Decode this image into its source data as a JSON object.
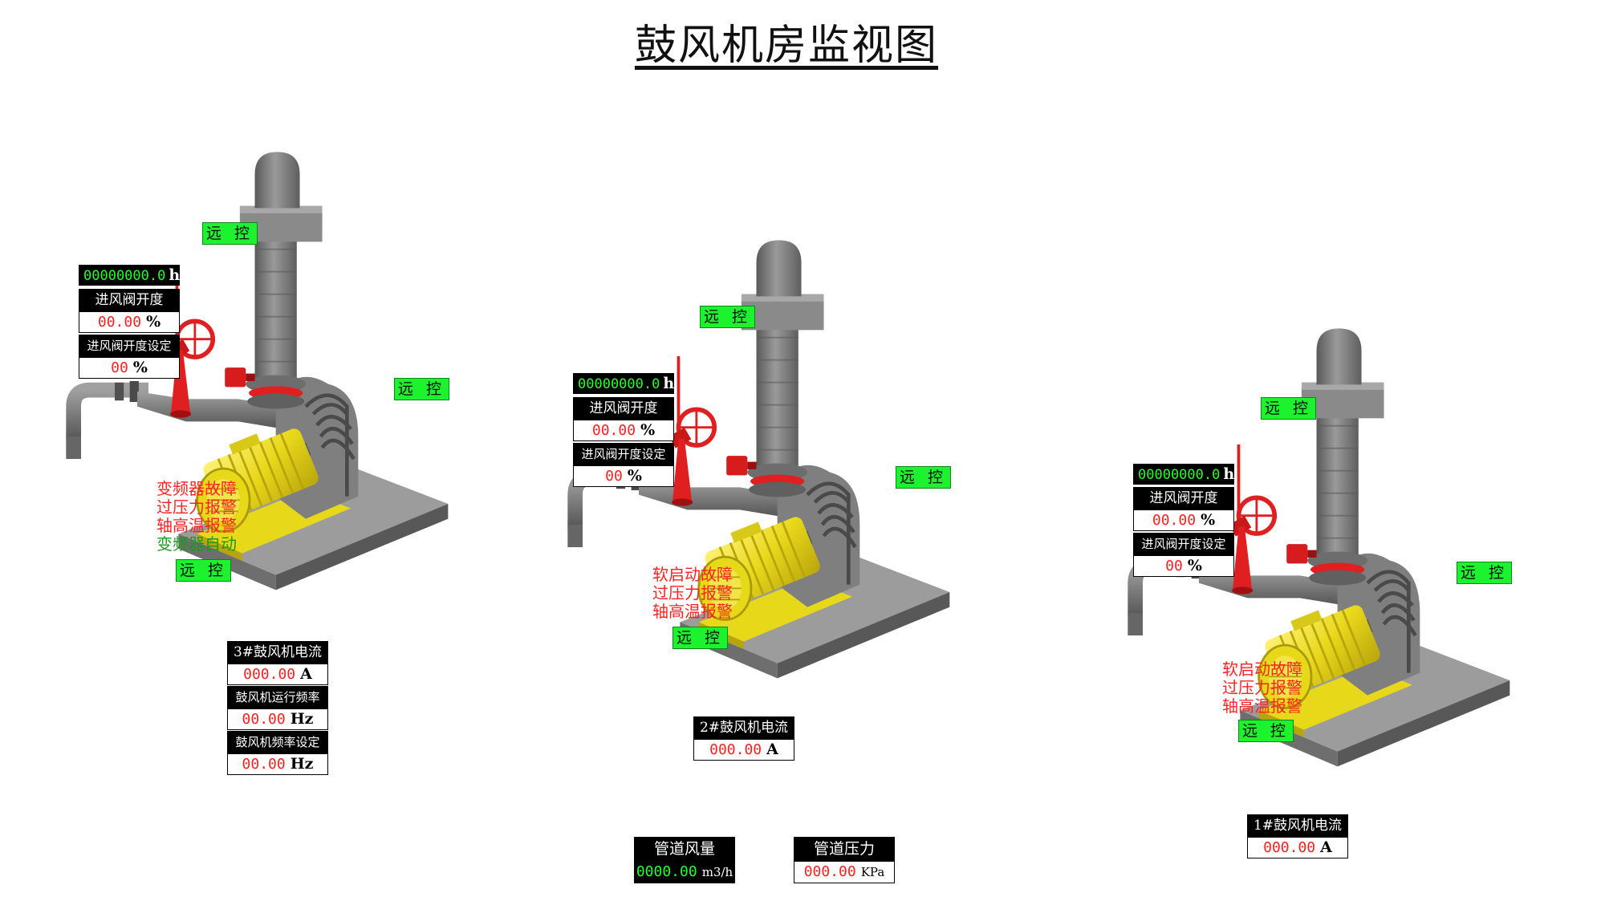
{
  "title": "鼓风机房监视图",
  "tag_remote": "远 控",
  "colors": {
    "tag_green": "#1cf22e",
    "alarm_red": "#ff2222",
    "value_red": "#ff2020",
    "value_green": "#22ff2a",
    "motor_yellow": "#e8d81a",
    "pipe_gray": "#7b7b7b",
    "valve_red": "#e02020"
  },
  "blowers": [
    {
      "id": "3",
      "runtime": {
        "value": "00000000.0",
        "unit": "h"
      },
      "valve_opening": {
        "label": "进风阀开度",
        "value": "00.00",
        "unit": "%"
      },
      "valve_setpoint": {
        "label": "进风阀开度设定",
        "value": "00",
        "unit": "%"
      },
      "alarms": [
        "变频器故障",
        "过压力报警",
        "轴高温报警"
      ],
      "status": "变频器自动",
      "current": {
        "label": "3#鼓风机电流",
        "value": "000.00",
        "unit": "A"
      },
      "frequency": {
        "label": "鼓风机运行频率",
        "value": "00.00",
        "unit": "Hz"
      },
      "frequency_setpoint": {
        "label": "鼓风机频率设定",
        "value": "00.00",
        "unit": "Hz"
      }
    },
    {
      "id": "2",
      "runtime": {
        "value": "00000000.0",
        "unit": "h"
      },
      "valve_opening": {
        "label": "进风阀开度",
        "value": "00.00",
        "unit": "%"
      },
      "valve_setpoint": {
        "label": "进风阀开度设定",
        "value": "00",
        "unit": "%"
      },
      "alarms": [
        "软启动故障",
        "过压力报警",
        "轴高温报警"
      ],
      "current": {
        "label": "2#鼓风机电流",
        "value": "000.00",
        "unit": "A"
      }
    },
    {
      "id": "1",
      "runtime": {
        "value": "00000000.0",
        "unit": "h"
      },
      "valve_opening": {
        "label": "进风阀开度",
        "value": "00.00",
        "unit": "%"
      },
      "valve_setpoint": {
        "label": "进风阀开度设定",
        "value": "00",
        "unit": "%"
      },
      "alarms": [
        "软启动故障",
        "过压力报警",
        "轴高温报警"
      ],
      "current": {
        "label": "1#鼓风机电流",
        "value": "000.00",
        "unit": "A"
      }
    }
  ],
  "pipe_flow": {
    "label": "管道风量",
    "value": "0000.00",
    "unit": "m3/h"
  },
  "pipe_pressure": {
    "label": "管道压力",
    "value": "000.00",
    "unit": "KPa"
  }
}
